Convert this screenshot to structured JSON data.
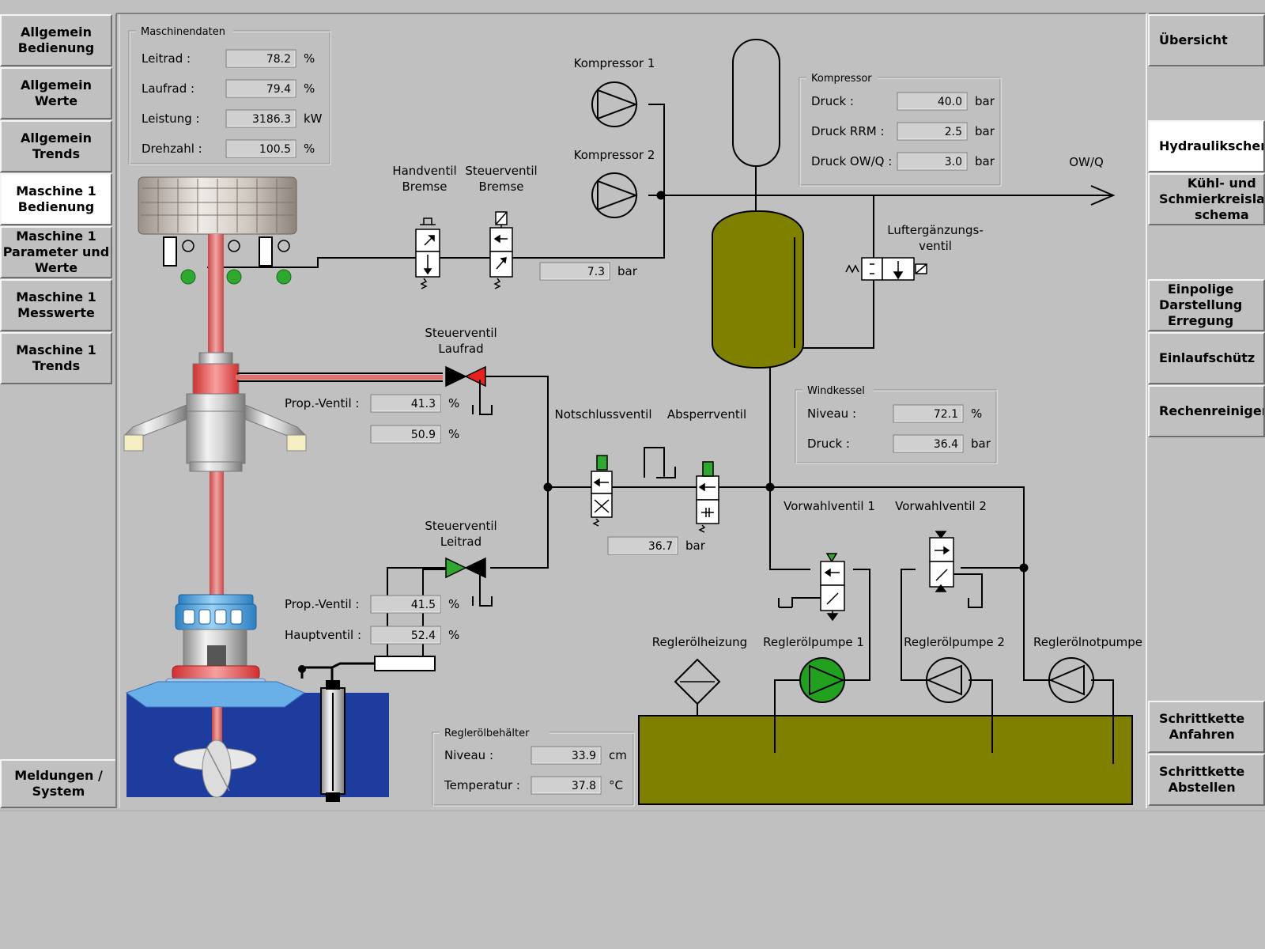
{
  "left_nav": [
    {
      "label": "Allgemein\nBedienung",
      "active": false
    },
    {
      "label": "Allgemein\nWerte",
      "active": false
    },
    {
      "label": "Allgemein\nTrends",
      "active": false
    },
    {
      "label": "Maschine 1\nBedienung",
      "active": true
    },
    {
      "label": "Maschine 1\nParameter und\nWerte",
      "active": false
    },
    {
      "label": "Maschine 1\nMesswerte",
      "active": false
    },
    {
      "label": "Maschine 1\nTrends",
      "active": false
    },
    {
      "label": "Meldungen /\nSystem",
      "active": false
    }
  ],
  "right_nav": [
    {
      "label": "Übersicht",
      "active": false
    },
    {
      "label": "Hydraulikschema",
      "active": true
    },
    {
      "label": "Kühl- und\nSchmierkreislauf-\nschema",
      "active": false
    },
    {
      "label": "Einpolige\nDarstellung\nErregung",
      "active": false
    },
    {
      "label": "Einlaufschütz",
      "active": false
    },
    {
      "label": "Rechenreiniger",
      "active": false
    },
    {
      "label": "Schrittkette\nAnfahren",
      "active": false
    },
    {
      "label": "Schrittkette\nAbstellen",
      "active": false
    }
  ],
  "maschinendaten": {
    "title": "Maschinendaten",
    "rows": [
      {
        "label": "Leitrad :",
        "value": "78.2",
        "unit": "%"
      },
      {
        "label": "Laufrad :",
        "value": "79.4",
        "unit": "%"
      },
      {
        "label": "Leistung :",
        "value": "3186.3",
        "unit": "kW"
      },
      {
        "label": "Drehzahl :",
        "value": "100.5",
        "unit": "%"
      }
    ]
  },
  "kompressor_box": {
    "title": "Kompressor",
    "rows": [
      {
        "label": "Druck :",
        "value": "40.0",
        "unit": "bar"
      },
      {
        "label": "Druck RRM :",
        "value": "2.5",
        "unit": "bar"
      },
      {
        "label": "Druck OW/Q :",
        "value": "3.0",
        "unit": "bar"
      }
    ]
  },
  "windkessel": {
    "title": "Windkessel",
    "rows": [
      {
        "label": "Niveau :",
        "value": "72.1",
        "unit": "%"
      },
      {
        "label": "Druck :",
        "value": "36.4",
        "unit": "bar"
      }
    ]
  },
  "regleroelbehaelter": {
    "title": "Reglerölbehälter",
    "rows": [
      {
        "label": "Niveau :",
        "value": "33.9",
        "unit": "cm"
      },
      {
        "label": "Temperatur :",
        "value": "37.8",
        "unit": "°C"
      }
    ]
  },
  "labels": {
    "kompressor1": "Kompressor 1",
    "kompressor2": "Kompressor 2",
    "handventil": "Handventil\nBremse",
    "steuerventil_bremse": "Steuerventil\nBremse",
    "owq": "OW/Q",
    "luftergaenzung": "Luftergänzungs-\nventil",
    "steuerventil_laufrad": "Steuerventil\nLaufrad",
    "notschluss": "Notschlussventil",
    "absperr": "Absperrventil",
    "steuerventil_leitrad": "Steuerventil\nLeitrad",
    "vorwahl1": "Vorwahlventil 1",
    "vorwahl2": "Vorwahlventil 2",
    "heizung": "Reglerölheizung",
    "pumpe1": "Reglerölpumpe 1",
    "pumpe2": "Reglerölpumpe 2",
    "notpumpe": "Reglerölnotpumpe"
  },
  "readouts": {
    "bremse_druck": {
      "value": "7.3",
      "unit": "bar"
    },
    "laufrad_prop": {
      "label": "Prop.-Ventil :",
      "value": "41.3",
      "unit": "%"
    },
    "laufrad_pos": {
      "value": "50.9",
      "unit": "%"
    },
    "notschluss_druck": {
      "value": "36.7",
      "unit": "bar"
    },
    "leitrad_prop": {
      "label": "Prop.-Ventil :",
      "value": "41.5",
      "unit": "%"
    },
    "hauptventil": {
      "label": "Hauptventil :",
      "value": "52.4",
      "unit": "%"
    }
  },
  "colors": {
    "background": "#c0c0c0",
    "tank_olive": "#808000",
    "running_green": "#22a020",
    "valve_red": "#e02020",
    "shaft_red": "#e08080",
    "water_blue": "#1e3c9e"
  }
}
